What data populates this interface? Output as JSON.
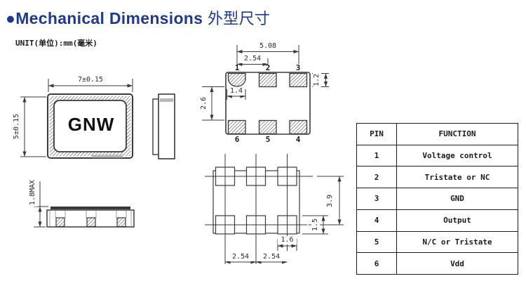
{
  "title": {
    "bullet": "●",
    "en": "Mechanical Dimensions",
    "zh": "外型尺寸"
  },
  "unit_label": "UNIT(单位):mm(毫米)",
  "colors": {
    "title_blue": "#1e3a8e",
    "line": "#3a3a3a",
    "shade_gray": "#b8b8b8"
  },
  "top_view": {
    "marking": "GNW",
    "width_dim": "7±0.15",
    "height_dim": "5±0.15"
  },
  "side_view": {
    "height_dim": "1.8MAX"
  },
  "bottom_view": {
    "pin_labels_top": [
      "1",
      "2",
      "3"
    ],
    "pin_labels_bottom": [
      "6",
      "5",
      "4"
    ],
    "dims": {
      "overall_pitch": "5.08",
      "pad_pitch": "2.54",
      "pad_width": "1.4",
      "pad_height": "1.2",
      "row_gap": "2.6"
    }
  },
  "land_pattern": {
    "dims": {
      "row_pitch": "3.9",
      "pad_height": "1.5",
      "pad_width": "1.6",
      "pitch_left": "2.54",
      "pitch_right": "2.54"
    }
  },
  "pin_table": {
    "headers": {
      "pin": "PIN",
      "function": "FUNCTION"
    },
    "rows": [
      {
        "pin": "1",
        "function": "Voltage control"
      },
      {
        "pin": "2",
        "function": "Tristate or NC"
      },
      {
        "pin": "3",
        "function": "GND"
      },
      {
        "pin": "4",
        "function": "Output"
      },
      {
        "pin": "5",
        "function": "N/C or Tristate"
      },
      {
        "pin": "6",
        "function": "Vdd"
      }
    ]
  }
}
